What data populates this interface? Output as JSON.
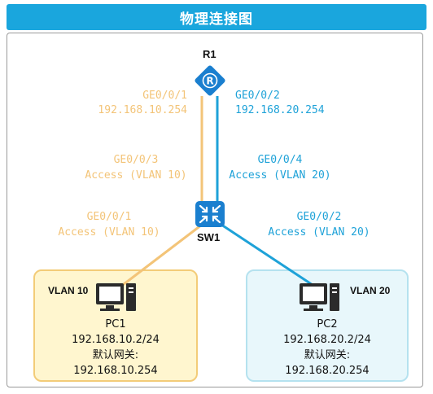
{
  "title": "物理连接图",
  "router": {
    "name": "R1",
    "icon": "router-icon"
  },
  "switch": {
    "name": "SW1",
    "icon": "switch-icon"
  },
  "links": {
    "r1_left": {
      "port": "GE0/0/1",
      "ip": "192.168.10.254"
    },
    "r1_right": {
      "port": "GE0/0/2",
      "ip": "192.168.20.254"
    },
    "sw_up_left": {
      "port": "GE0/0/3",
      "mode": "Access (VLAN 10)"
    },
    "sw_up_right": {
      "port": "GE0/0/4",
      "mode": "Access (VLAN 20)"
    },
    "sw_pc1": {
      "port": "GE0/0/1",
      "mode": "Access (VLAN 10)"
    },
    "sw_pc2": {
      "port": "GE0/0/2",
      "mode": "Access (VLAN 20)"
    }
  },
  "pc1": {
    "vlan": "VLAN 10",
    "name": "PC1",
    "ip": "192.168.10.2/24",
    "gw_label": "默认网关:",
    "gw": "192.168.10.254",
    "icon": "pc-icon"
  },
  "pc2": {
    "vlan": "VLAN 20",
    "name": "PC2",
    "ip": "192.168.20.2/24",
    "gw_label": "默认网关:",
    "gw": "192.168.20.254",
    "icon": "pc-icon"
  },
  "colors": {
    "title_bg": "#1aa6dd",
    "vlan10_line": "#f3c478",
    "vlan20_line": "#1ea2d8",
    "device": "#1a7fcf"
  }
}
